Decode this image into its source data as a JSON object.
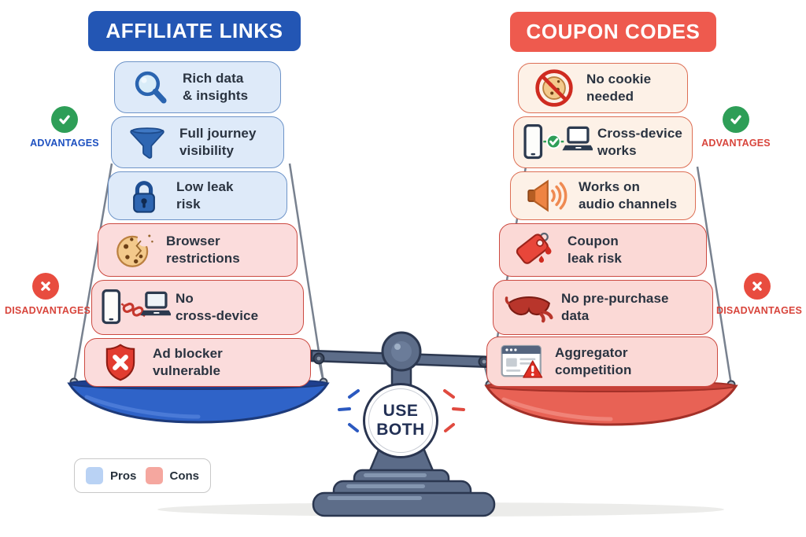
{
  "left": {
    "title": "AFFILIATE LINKS",
    "advantages_label": "ADVANTAGES",
    "disadvantages_label": "DISADVANTAGES",
    "advantages": [
      {
        "icon": "magnifier-icon",
        "text": "Rich data\n& insights"
      },
      {
        "icon": "funnel-icon",
        "text": "Full journey\nvisibility"
      },
      {
        "icon": "lock-icon",
        "text": "Low leak\nrisk"
      }
    ],
    "disadvantages": [
      {
        "icon": "broken-cookie-icon",
        "text": "Browser\nrestrictions"
      },
      {
        "icon": "no-cross-device-icon",
        "text": "No\ncross-device"
      },
      {
        "icon": "shield-x-icon",
        "text": "Ad blocker\nvulnerable"
      }
    ]
  },
  "right": {
    "title": "COUPON CODES",
    "advantages_label": "ADVANTAGES",
    "disadvantages_label": "DISADVANTAGES",
    "advantages": [
      {
        "icon": "no-cookie-icon",
        "text": "No cookie\nneeded"
      },
      {
        "icon": "devices-check-icon",
        "text": "Cross-device\nworks"
      },
      {
        "icon": "speaker-icon",
        "text": "Works on\naudio channels"
      }
    ],
    "disadvantages": [
      {
        "icon": "leaky-tag-icon",
        "text": "Coupon\nleak risk"
      },
      {
        "icon": "blindfold-icon",
        "text": "No pre-purchase\ndata"
      },
      {
        "icon": "browser-warning-icon",
        "text": "Aggregator\ncompetition"
      }
    ]
  },
  "center": {
    "badge_text": "USE\nBOTH"
  },
  "legend": {
    "pros": "Pros",
    "cons": "Cons"
  },
  "colors": {
    "affiliate_blue": "#2356b4",
    "coupon_red": "#ee5a4e",
    "pros_card": "#deeaf9",
    "cons_card": "#fbdcdc",
    "pros_swatch": "#b9d2f4",
    "cons_swatch": "#f5a79f",
    "advantage_green": "#2e9e57",
    "disadvantage_red": "#e84c3f",
    "left_pan": "#2f63c8",
    "right_pan": "#e86255"
  }
}
